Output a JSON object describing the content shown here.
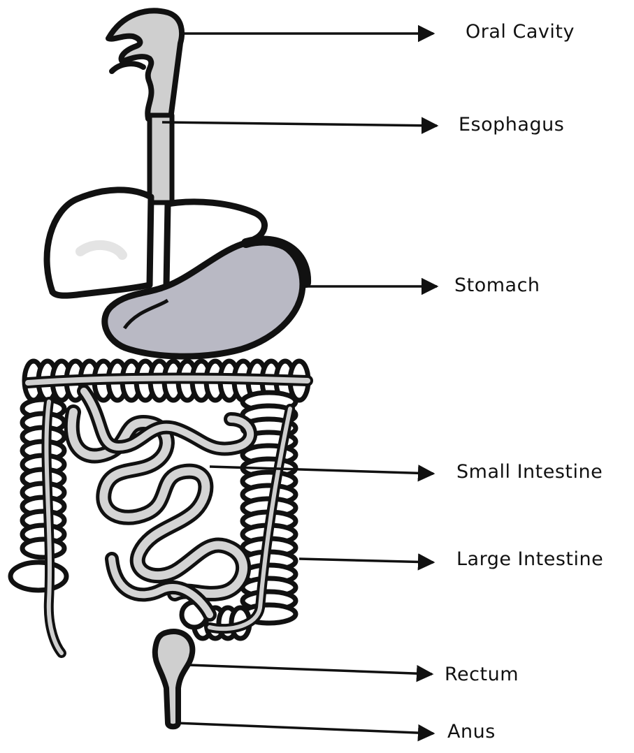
{
  "diagram": {
    "labels": {
      "oral_cavity": "Oral Cavity",
      "esophagus": "Esophagus",
      "stomach": "Stomach",
      "small_intestine": "Small Intestine",
      "large_intestine": "Large Intestine",
      "rectum": "Rectum",
      "anus": "Anus"
    },
    "colors": {
      "outline": "#111111",
      "organ_fill": "#cfcfcf",
      "stomach_fill": "#b9b9c4",
      "liver_fill": "#ffffff"
    }
  }
}
